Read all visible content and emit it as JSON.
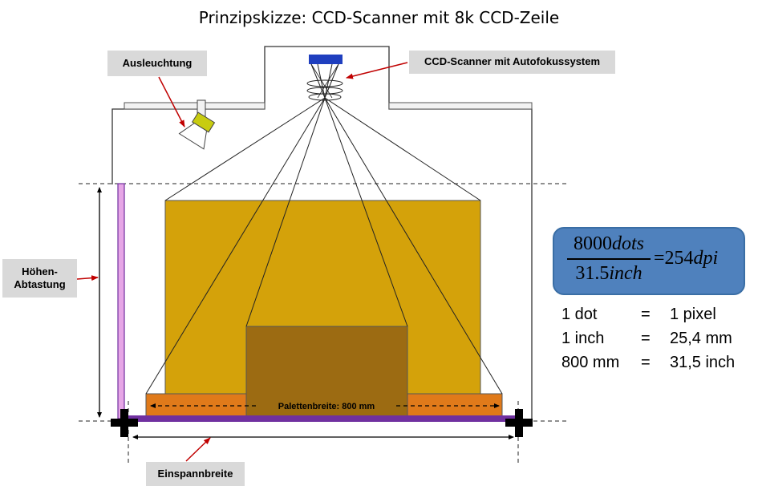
{
  "title": "Prinzipskizze: CCD-Scanner mit 8k CCD-Zeile",
  "labels": {
    "illumination": "Ausleuchtung",
    "scanner": "CCD-Scanner mit Autofokussystem",
    "height_scan_line1": "Höhen-",
    "height_scan_line2": "Abtastung",
    "clamping_width": "Einspannbreite",
    "pallet_width": "Palettenbreite: 800 mm"
  },
  "formula": {
    "numerator_value": "8000",
    "numerator_unit": "dots",
    "denominator_value": "31.5",
    "denominator_unit": "inch",
    "equals": "=",
    "result_value": "254",
    "result_unit": "dpi"
  },
  "conversions": [
    {
      "left": "1 dot",
      "eq": "=",
      "right": "1 pixel"
    },
    {
      "left": "1 inch",
      "eq": "=",
      "right": "25,4 mm"
    },
    {
      "left": "800 mm",
      "eq": "=",
      "right": "31,5 inch"
    }
  ],
  "colors": {
    "load_large": "#d4a20a",
    "load_small": "#9c6b12",
    "pallet": "#e07a1a",
    "base_bar": "#7030a0",
    "sensor_bar": "#e6a6e6",
    "scanner_head": "#1f3fbf",
    "lamp": "#c8cc10",
    "arrow": "#c00000",
    "formula_box": "#4f81bd",
    "label_box": "#d9d9d9"
  }
}
